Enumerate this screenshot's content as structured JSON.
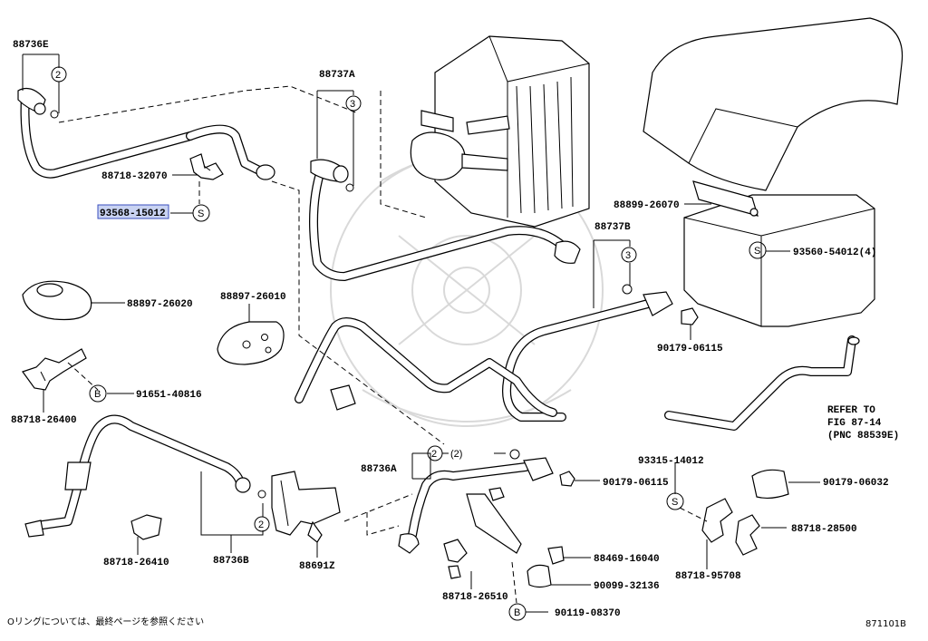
{
  "labels": {
    "p88736E": "88736E",
    "p88737A": "88737A",
    "p88718_32070": "88718-32070",
    "p93568_15012": "93568-15012",
    "p88899_26070": "88899-26070",
    "p88737B": "88737B",
    "p93560_54012": "93560-54012(4)",
    "p88897_26020": "88897-26020",
    "p88897_26010": "88897-26010",
    "p90179_06115a": "90179-06115",
    "p91651_40816": "91651-40816",
    "p88718_26400": "88718-26400",
    "refer_line1": "REFER TO",
    "refer_line2": "FIG 87-14",
    "refer_line3": "(PNC 88539E)",
    "p88736A": "88736A",
    "p2paren": "(2)",
    "p93315_14012": "93315-14012",
    "p90179_06115b": "90179-06115",
    "p90179_06032": "90179-06032",
    "p88718_28500": "88718-28500",
    "p88718_95708": "88718-95708",
    "p88469_16040": "88469-16040",
    "p88718_26510": "88718-26510",
    "p90099_32136": "90099-32136",
    "p90119_08370": "90119-08370",
    "p88718_26410": "88718-26410",
    "p88736B": "88736B",
    "p88691Z": "88691Z",
    "sym_2": "2",
    "sym_3": "3",
    "sym_S": "S",
    "sym_B": "B",
    "footer_note": "Oリングについては、最終ページを参照ください",
    "figure_id": "871101B"
  },
  "colors": {
    "highlight": "#c9d3f2",
    "highlight_border": "#3a4fbf",
    "line": "#000000",
    "watermark": "#d9d9d9"
  }
}
